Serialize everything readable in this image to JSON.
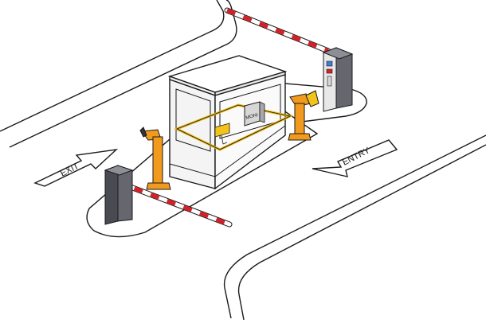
{
  "labels": {
    "exit": "EXIT",
    "entry": "ENTRY",
    "monitor": "MONI"
  },
  "colors": {
    "outline": "#1a1a1a",
    "barrier_red": "#d91f26",
    "barrier_white": "#ffffff",
    "cabinet": "#66666e",
    "cabinet_dark": "#4a4a52",
    "arm_stand": "#f29a1d",
    "booth_trim": "#e6b412",
    "booth_glass": "#f4f4f4",
    "dispenser_screen": "#3f7fd0",
    "dispenser_slot": "#d91f26"
  },
  "icons": {
    "exit_arrow": "arrow-left-icon",
    "entry_arrow": "arrow-left-icon"
  }
}
